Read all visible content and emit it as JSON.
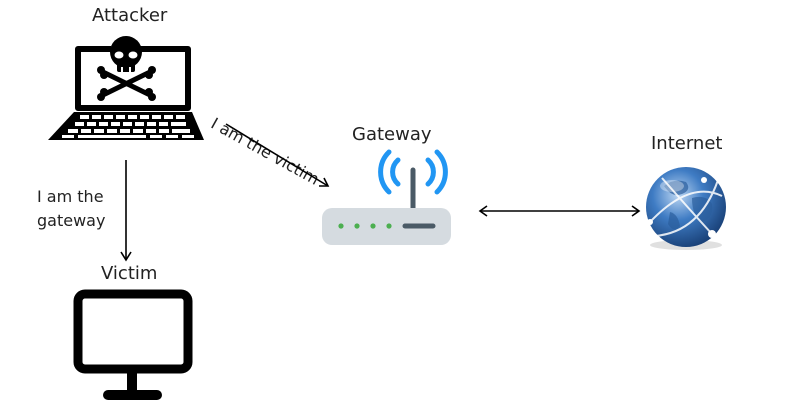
{
  "nodes": {
    "attacker": {
      "label": "Attacker",
      "icon": "laptop-skull-icon"
    },
    "victim": {
      "label": "Victim",
      "icon": "monitor-icon"
    },
    "gateway": {
      "label": "Gateway",
      "icon": "wifi-router-icon"
    },
    "internet": {
      "label": "Internet",
      "icon": "globe-icon"
    }
  },
  "edges": [
    {
      "from": "attacker",
      "to": "victim",
      "label_line1": "I am the",
      "label_line2": "gateway",
      "direction": "one-way"
    },
    {
      "from": "attacker",
      "to": "gateway",
      "label": "I am the victim",
      "direction": "one-way"
    },
    {
      "from": "gateway",
      "to": "internet",
      "label": "",
      "direction": "two-way"
    }
  ],
  "colors": {
    "icon_dark": "#000000",
    "wifi_blue": "#2196f3",
    "router_body": "#d5dbe0",
    "router_antenna": "#4a5a66",
    "led_green": "#4caf50",
    "globe_blue": "#2a63a8"
  }
}
